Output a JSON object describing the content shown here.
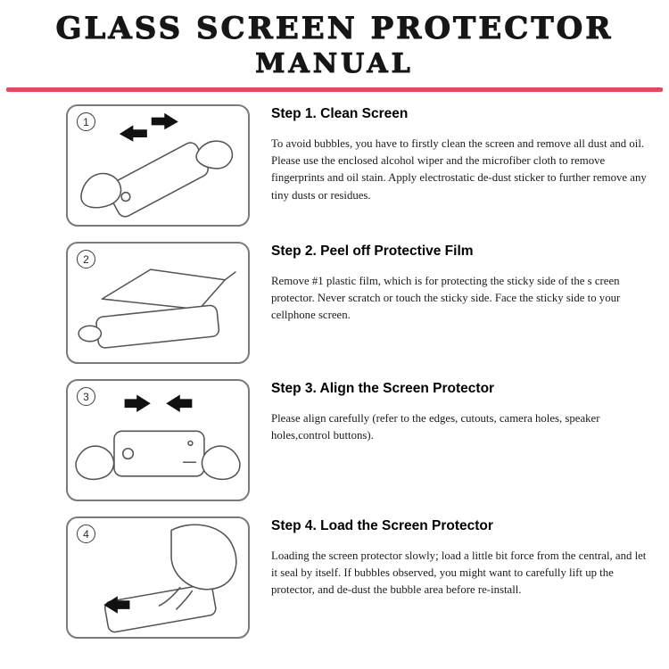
{
  "header": {
    "title_line1": "GLASS SCREEN PROTECTOR",
    "title_line2": "MANUAL"
  },
  "colors": {
    "accent": "#e8485f"
  },
  "steps": [
    {
      "number": "1",
      "heading": "Step 1. Clean Screen",
      "body": "To avoid bubbles, you have to firstly clean the screen and remove all dust and oil. Please use the enclosed alcohol wiper and the microfiber cloth to remove fingerprints and oil stain. Apply electrostatic de-dust sticker to further remove any tiny dusts or residues."
    },
    {
      "number": "2",
      "heading": "Step 2. Peel off Protective Film",
      "body": "Remove #1 plastic film, which is for protecting the sticky side of the s creen protector. Never scratch or touch the sticky side. Face the sticky side to your cellphone screen."
    },
    {
      "number": "3",
      "heading": "Step 3. Align the Screen Protector",
      "body": "Please align carefully (refer to the edges, cutouts, camera holes, speaker holes,control buttons)."
    },
    {
      "number": "4",
      "heading": "Step 4. Load the Screen Protector",
      "body": "Loading the screen protector slowly; load a little bit force from the central, and let it seal by itself. If bubbles observed, you might want to carefully lift up the protector, and de-dust the bubble area before re-install."
    }
  ]
}
